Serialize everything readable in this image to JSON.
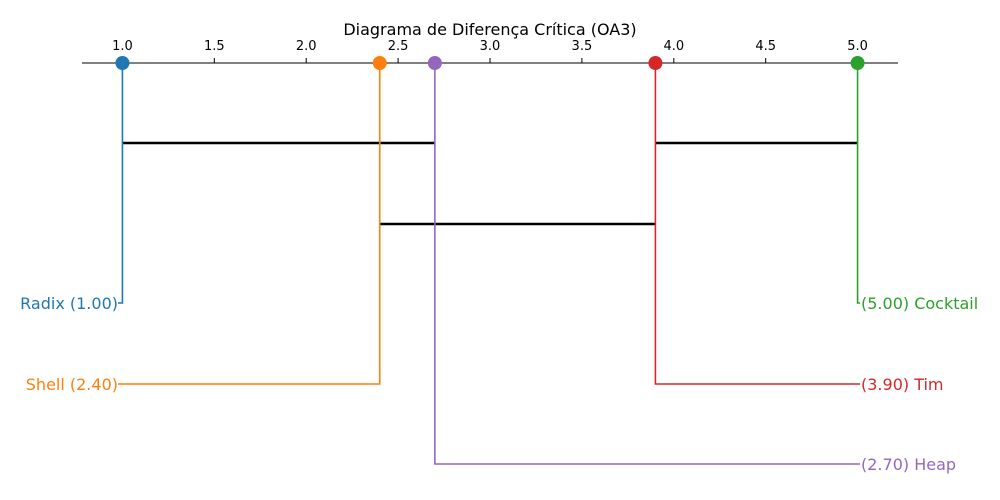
{
  "title": "Diagrama de Diferença Crítica (OA3)",
  "axis": {
    "min": 0.78,
    "max": 5.22,
    "ticks": [
      1.0,
      1.5,
      2.0,
      2.5,
      3.0,
      3.5,
      4.0,
      4.5,
      5.0
    ],
    "tick_labels": [
      "1.0",
      "1.5",
      "2.0",
      "2.5",
      "3.0",
      "3.5",
      "4.0",
      "4.5",
      "5.0"
    ]
  },
  "methods": [
    {
      "name": "Radix",
      "rank": 1.0,
      "label": "Radix (1.00)",
      "side": "left",
      "color": "#1f77b4"
    },
    {
      "name": "Shell",
      "rank": 2.4,
      "label": "Shell (2.40)",
      "side": "left",
      "color": "#ff7f0e"
    },
    {
      "name": "Heap",
      "rank": 2.7,
      "label": "(2.70) Heap",
      "side": "right",
      "color": "#9467bd"
    },
    {
      "name": "Tim",
      "rank": 3.9,
      "label": "(3.90) Tim",
      "side": "right",
      "color": "#d62728"
    },
    {
      "name": "Cocktail",
      "rank": 5.0,
      "label": "(5.00) Cocktail",
      "side": "right",
      "color": "#2ca02c"
    }
  ],
  "cliques": [
    {
      "from": 1.0,
      "to": 2.7
    },
    {
      "from": 3.9,
      "to": 5.0
    },
    {
      "from": 2.4,
      "to": 3.9
    }
  ]
}
